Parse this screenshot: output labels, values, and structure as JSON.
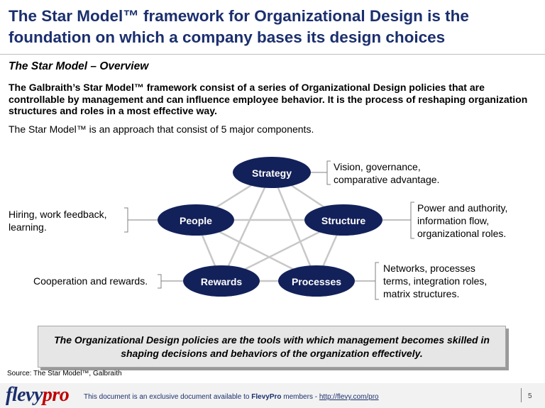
{
  "header": {
    "title": "The Star Model™ framework for Organizational Design is the foundation on which a company bases its design choices"
  },
  "overview": {
    "subtitle": "The Star Model – Overview",
    "lead": "The Galbraith’s Star Model™ framework consist of a series of Organizational Design policies that are controllable by management and can influence employee behavior. It is the process of reshaping organization structures and roles in a most effective way.",
    "intro": "The Star Model™ is an approach that consist of 5 major components."
  },
  "diagram": {
    "node_color": "#13215a",
    "line_color": "#c8c8c8",
    "nodes": {
      "strategy": "Strategy",
      "people": "People",
      "structure": "Structure",
      "rewards": "Rewards",
      "processes": "Processes"
    },
    "annotations": {
      "strategy": [
        "Vision, governance,",
        "comparative advantage."
      ],
      "people": [
        "Hiring, work feedback,",
        "learning."
      ],
      "structure": [
        "Power and authority,",
        "information flow,",
        "organizational roles."
      ],
      "rewards": [
        "Cooperation and rewards."
      ],
      "processes": [
        "Networks, processes",
        "terms, integration roles,",
        "matrix structures."
      ]
    }
  },
  "callout": {
    "text": "The Organizational Design policies are the tools with which management becomes skilled in shaping decisions and behaviors of the organization effectively."
  },
  "source": "Source: The Star Model™, Galbraith",
  "footer": {
    "logo_part1": "flevy",
    "logo_part2": "pro",
    "text_prefix": "This document is an exclusive document available to ",
    "brand": "FlevyPro",
    "text_middle": " members - ",
    "link": "http://flevy.com/pro",
    "page_number": "5"
  }
}
